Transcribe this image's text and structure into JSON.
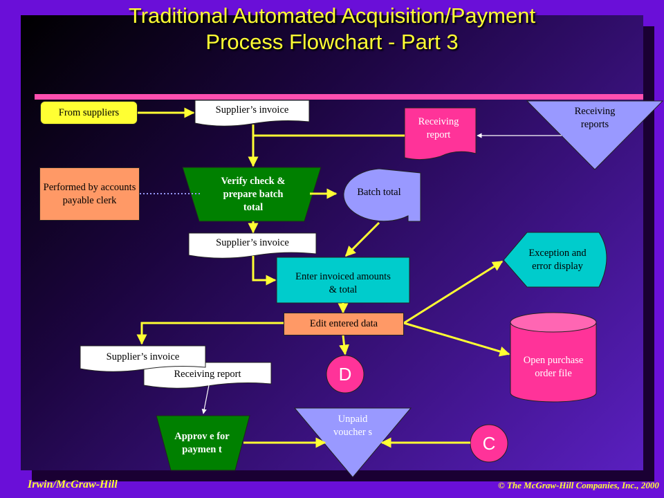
{
  "title_line1": "Traditional Automated Acquisition/Payment",
  "title_line2": "Process Flowchart - Part 3",
  "nodes": {
    "from_suppliers": "From suppliers",
    "suppliers_invoice_top": "Supplier’s invoice",
    "receiving_report_doc": "Receiving report",
    "receiving_reports_file": "Receiving reports",
    "performed_by": "Performed by accounts payable clerk",
    "verify_check": "Verify check & prepare batch total",
    "batch_total": "Batch total",
    "suppliers_invoice_mid": "Supplier’s invoice",
    "exception_display": "Exception and error display",
    "enter_invoiced": "Enter invoiced amounts & total",
    "edit_entered": "Edit entered data",
    "open_po_file": "Open purchase order file",
    "suppliers_invoice_low": "Supplier’s invoice",
    "receiving_report_low": "Receiving report",
    "connector_d": "D",
    "approve_payment": "Approv e for paymen t",
    "unpaid_vouchers": "Unpaid voucher s",
    "connector_c": "C"
  },
  "footer": {
    "left": "Irwin/McGraw-Hill",
    "right": "© The McGraw-Hill Companies, Inc., 2000"
  },
  "colors": {
    "background": "#6a0fd8",
    "title": "#ffff33",
    "flow_line": "#ffff33",
    "pink_bar": "#ff4fb0",
    "terminal": "#ffff33",
    "document": "#ffffff",
    "manual_op": "#008000",
    "annotation": "#ff9966",
    "display": "#00cccc",
    "storage": "#ff3399",
    "offline_file": "#9999ff"
  }
}
